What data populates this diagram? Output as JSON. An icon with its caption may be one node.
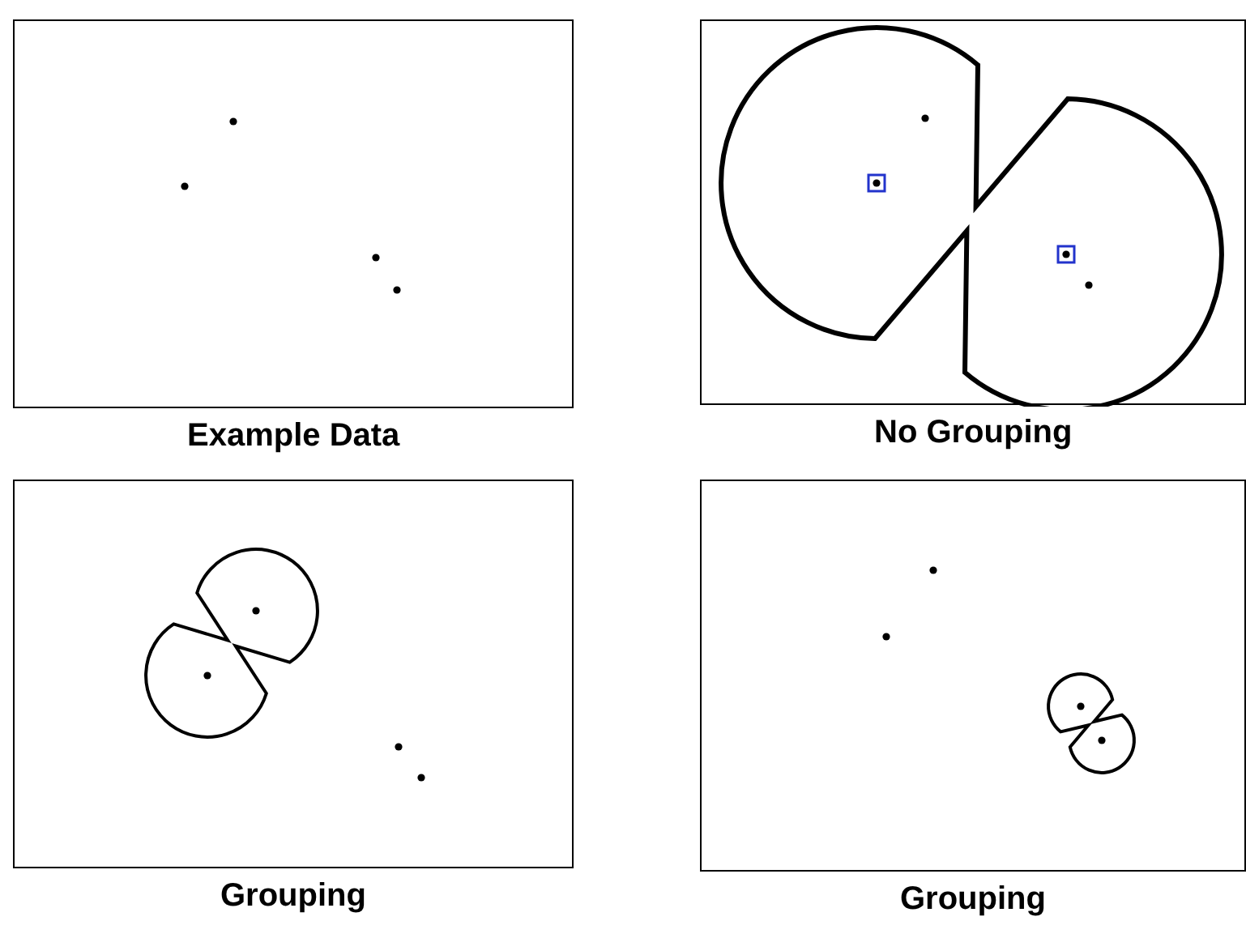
{
  "diagram": {
    "nodes": [
      {
        "text": [
          "Example Data"
        ]
      },
      {
        "text": [
          "No Grouping"
        ]
      },
      {
        "text": [
          "Grouping"
        ]
      },
      {
        "text": [
          "Grouping"
        ]
      }
    ]
  }
}
